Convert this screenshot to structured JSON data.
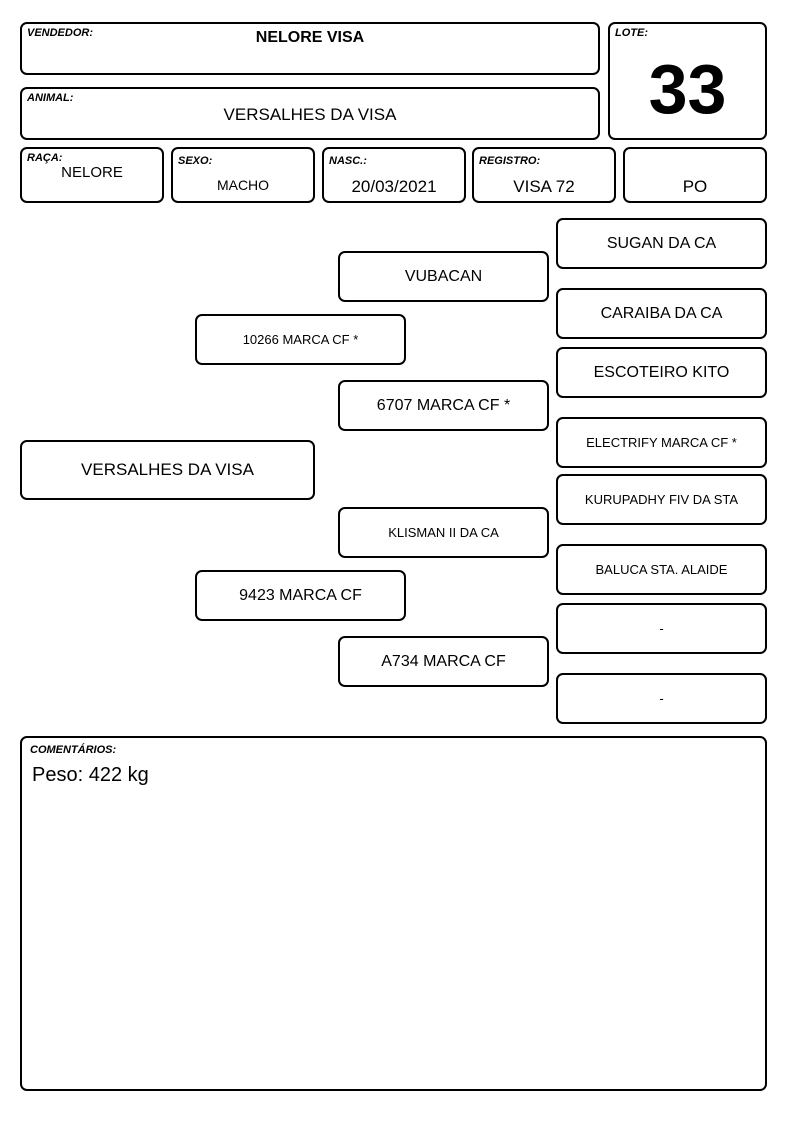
{
  "header": {
    "vendedor_label": "VENDEDOR:",
    "vendedor": "NELORE VISA",
    "animal_label": "ANIMAL:",
    "animal": "VERSALHES DA VISA",
    "lote_label": "LOTE:",
    "lote": "33"
  },
  "info": {
    "raca_label": "RAÇA:",
    "raca": "NELORE",
    "sexo_label": "SEXO:",
    "sexo": "MACHO",
    "nasc_label": "NASC.:",
    "nasc": "20/03/2021",
    "registro_label": "REGISTRO:",
    "registro": "VISA 72",
    "categoria": "PO"
  },
  "pedigree": {
    "animal": "VERSALHES DA VISA",
    "sire": "10266 MARCA CF *",
    "dam": "9423 MARCA CF",
    "sire_sire": "VUBACAN",
    "sire_dam": "6707 MARCA CF *",
    "dam_sire": "KLISMAN II DA CA",
    "dam_dam": "A734 MARCA CF",
    "ggp": [
      "SUGAN DA CA",
      "CARAIBA DA CA",
      "ESCOTEIRO KITO",
      "ELECTRIFY MARCA CF *",
      "KURUPADHY FIV DA STA",
      "BALUCA STA. ALAIDE",
      "-",
      "-"
    ]
  },
  "comments": {
    "label": "COMENTÁRIOS:",
    "text": "Peso: 422 kg"
  }
}
